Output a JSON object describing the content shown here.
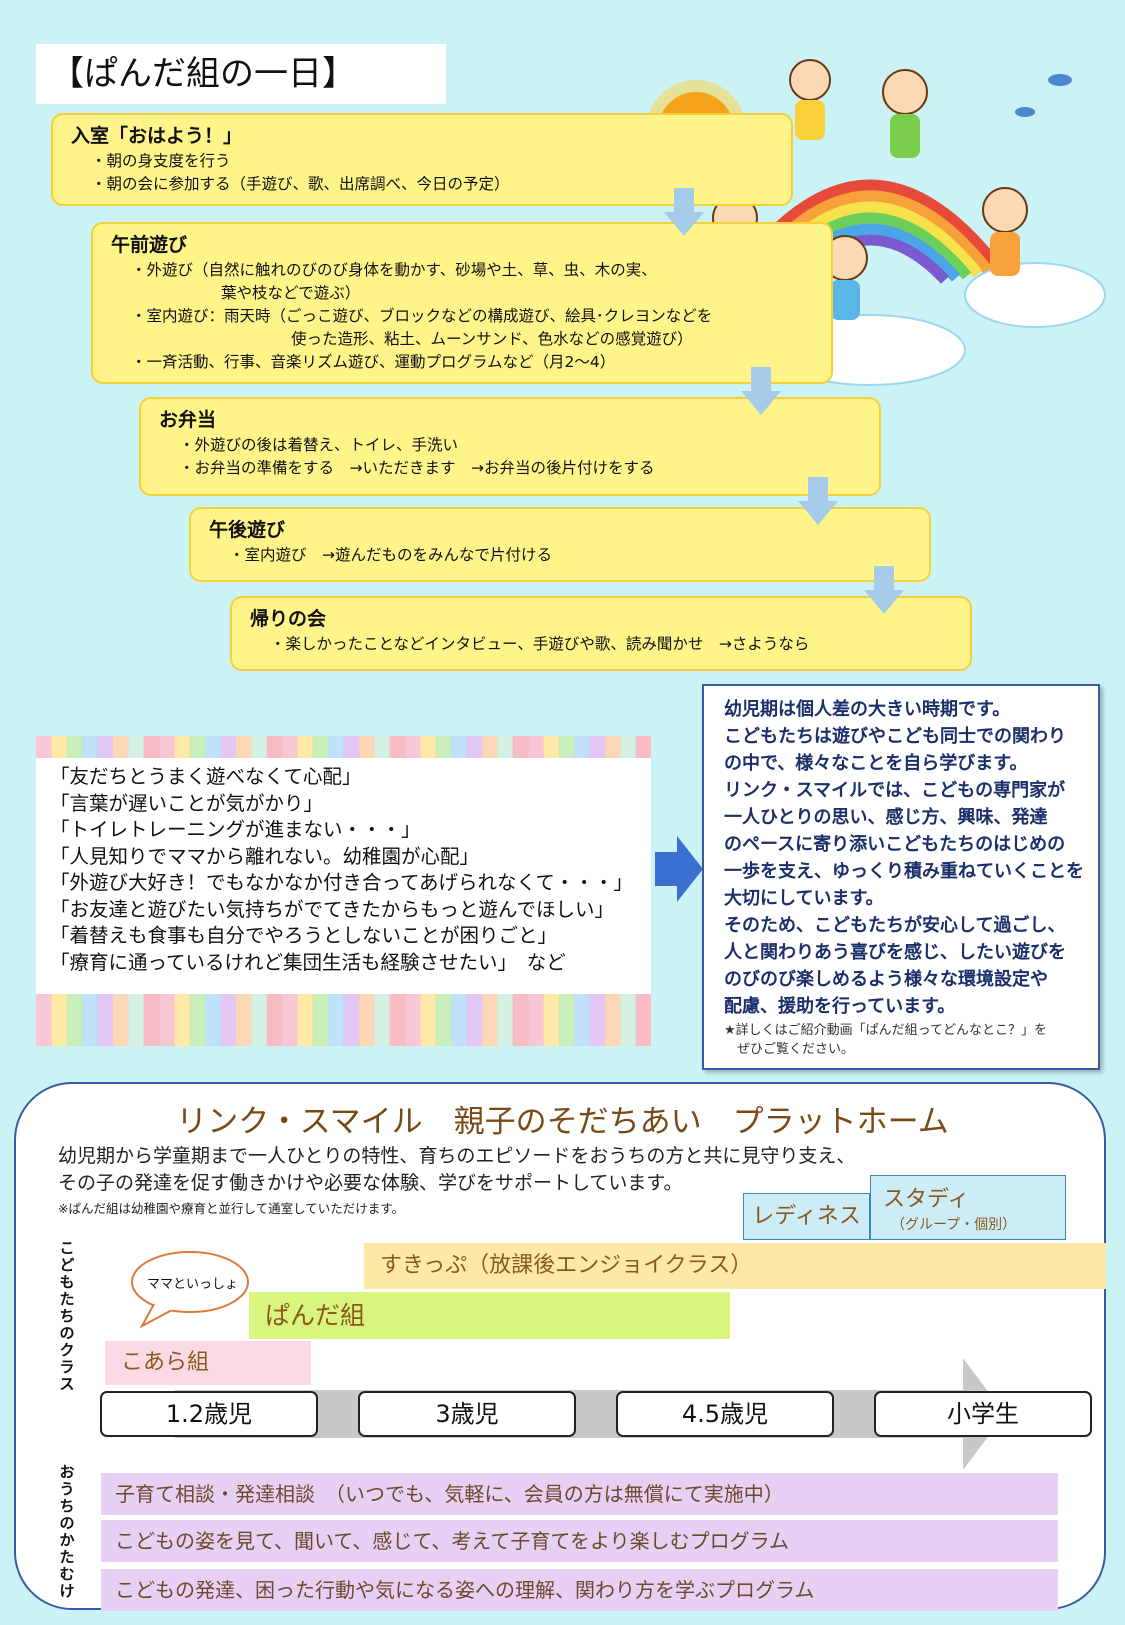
{
  "title": "【ぱんだ組の一日】",
  "schedule": [
    {
      "heading": "入室「おはよう！」",
      "lines": [
        {
          "text": "・朝の身支度を行う",
          "indent": 1
        },
        {
          "text": "・朝の会に参加する（手遊び、歌、出席調べ、今日の予定）",
          "indent": 1
        }
      ]
    },
    {
      "heading": "午前遊び",
      "lines": [
        {
          "text": "・外遊び（自然に触れのびのび身体を動かす、砂場や土、草、虫、木の実、",
          "indent": 1
        },
        {
          "text": "葉や枝などで遊ぶ）",
          "indent": 2
        },
        {
          "text": "・室内遊び：雨天時（ごっこ遊び、ブロックなどの構成遊び、絵具･クレヨンなどを",
          "indent": 1
        },
        {
          "text": "使った造形、粘土、ムーンサンド、色水などの感覚遊び）",
          "indent": 3
        },
        {
          "text": "・一斉活動、行事、音楽リズム遊び、運動プログラムなど（月2〜4）",
          "indent": 1
        }
      ]
    },
    {
      "heading": "お弁当",
      "lines": [
        {
          "text": "・外遊びの後は着替え、トイレ、手洗い",
          "indent": 1
        },
        {
          "text": "・お弁当の準備をする　→いただきます　→お弁当の後片付けをする",
          "indent": 1
        }
      ]
    },
    {
      "heading": "午後遊び",
      "lines": [
        {
          "text": "・室内遊び　→遊んだものをみんなで片付ける",
          "indent": 1
        }
      ]
    },
    {
      "heading": "帰りの会",
      "lines": [
        {
          "text": "・楽しかったことなどインタビュー、手遊びや歌、読み聞かせ　→さようなら",
          "indent": 1
        }
      ]
    }
  ],
  "worries": [
    "「友だちとうまく遊べなくて心配」",
    "「言葉が遅いことが気がかり」",
    "「トイレトレーニングが進まない・・・」",
    "「人見知りでママから離れない。幼稚園が心配」",
    "「外遊び大好き！でもなかなか付き合ってあげられなくて・・・」",
    "「お友達と遊びたい気持ちがでてきたからもっと遊んでほしい」",
    "「着替えも食事も自分でやろうとしないことが困りごと」",
    "「療育に通っているけれど集団生活も経験させたい」　など"
  ],
  "description": {
    "lines": [
      "幼児期は個人差の大きい時期です。",
      "こどもたちは遊びやこども同士での関わり",
      "の中で、様々なことを自ら学びます。",
      "リンク・スマイルでは、こどもの専門家が",
      "一人ひとりの思い、感じ方、興味、発達",
      "のペースに寄り添いこどもたちのはじめの",
      "一歩を支え、ゆっくり積み重ねていくことを",
      "大切にしています。",
      "そのため、こどもたちが安心して過ごし、",
      "人と関わりあう喜びを感じ、したい遊びを",
      "のびのび楽しめるよう様々な環境設定や",
      "配慮、援助を行っています。"
    ],
    "note": [
      "★詳しくはご紹介動画「ぱんだ組ってどんなとこ？」を",
      "　ぜひご覧ください。"
    ]
  },
  "platform": {
    "title": "リンク・スマイル　親子のそだちあい　プラットホーム",
    "desc1": "幼児期から学童期まで一人ひとりの特性、育ちのエピソードをおうちの方と共に見守り支え、",
    "desc2": "その子の発達を促す働きかけや必要な体験、学びをサポートしています。",
    "note": "※ぱんだ組は幼稚園や療育と並行して通室していただけます。",
    "readiness": "レディネス",
    "study": "スタディ",
    "study_sub": "（グループ・個別）",
    "sukippu": "すきっぷ（放課後エンジョイクラス）",
    "panda": "ぱんだ組",
    "koala": "こあら組",
    "bubble": "ママといっしょ",
    "children_label": "こどもたちのクラス",
    "home_label": "おうちのかたむけ",
    "ages": [
      "1.2歳児",
      "3歳児",
      "4.5歳児",
      "小学生"
    ],
    "parent_programs": [
      "子育て相談・発達相談　（いつでも、気軽に、会員の方は無償にて実施中）",
      "こどもの姿を見て、聞いて、感じて、考えて子育てをより楽しむプログラム",
      "こどもの発達、困った行動や気になる姿への理解、関わり方を学ぶプログラム"
    ]
  },
  "colors": {
    "background": "#cbf3f6",
    "schedule_fill": "#fef489",
    "description_text": "#1b2f6a",
    "arrow_blue": "#3b6fd0"
  }
}
